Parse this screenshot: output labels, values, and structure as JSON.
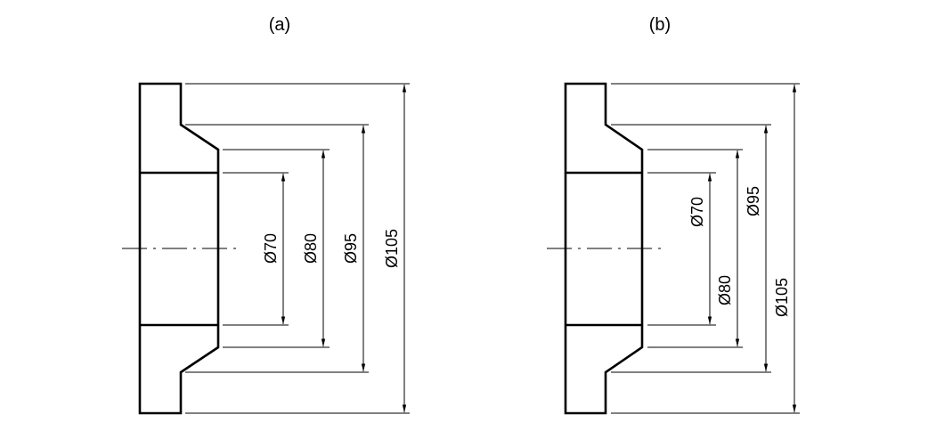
{
  "figures": [
    {
      "caption": "(a)",
      "dimensions": [
        {
          "label": "Ø70",
          "value": 70
        },
        {
          "label": "Ø80",
          "value": 80
        },
        {
          "label": "Ø95",
          "value": 95
        },
        {
          "label": "Ø105",
          "value": 105
        }
      ]
    },
    {
      "caption": "(b)",
      "dimensions": [
        {
          "label": "Ø70",
          "value": 70
        },
        {
          "label": "Ø80",
          "value": 80
        },
        {
          "label": "Ø95",
          "value": 95
        },
        {
          "label": "Ø105",
          "value": 105
        }
      ]
    }
  ],
  "colors": {
    "line": "#000000",
    "background": "#ffffff"
  }
}
